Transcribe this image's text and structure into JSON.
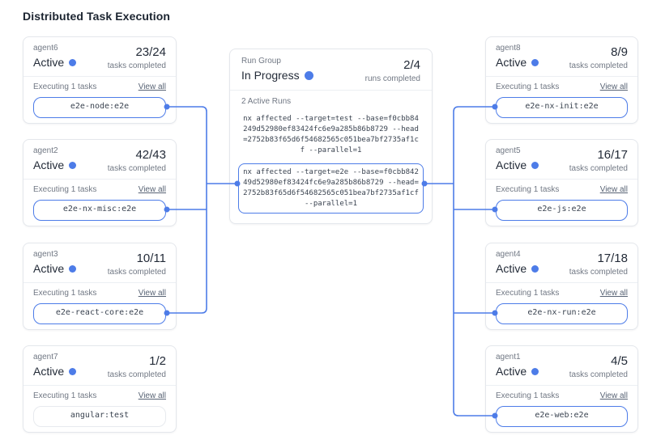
{
  "title": "Distributed Task Execution",
  "colors": {
    "accent": "#4d7ce8",
    "card_border": "#e4e7ec",
    "text_dark": "#232b38",
    "text_gray": "#717884",
    "link": "#596475",
    "code_text": "#3a4350"
  },
  "labels": {
    "tasks_completed": "tasks completed",
    "executing": "Executing 1 tasks",
    "view_all": "View all"
  },
  "run_group": {
    "label": "Run Group",
    "status": "In Progress",
    "count": "2/4",
    "count_caption": "runs completed",
    "active_runs_label": "2 Active Runs",
    "commands": [
      "nx affected --target=test --base=f0cbb84249d52980ef83424fc6e9a285b86b8729 --head=2752b83f65d6f54682565c051bea7bf2735af1cf --parallel=1",
      "nx affected --target=e2e --base=f0cbb84249d52980ef83424fc6e9a285b86b8729 --head=2752b83f65d6f54682565c051bea7bf2735af1cf --parallel=1"
    ]
  },
  "agents_left": [
    {
      "name": "agent6",
      "status": "Active",
      "count": "23/24",
      "task": "e2e-node:e2e",
      "connected": true
    },
    {
      "name": "agent2",
      "status": "Active",
      "count": "42/43",
      "task": "e2e-nx-misc:e2e",
      "connected": true
    },
    {
      "name": "agent3",
      "status": "Active",
      "count": "10/11",
      "task": "e2e-react-core:e2e",
      "connected": true
    },
    {
      "name": "agent7",
      "status": "Active",
      "count": "1/2",
      "task": "angular:test",
      "connected": false
    }
  ],
  "agents_right": [
    {
      "name": "agent8",
      "status": "Active",
      "count": "8/9",
      "task": "e2e-nx-init:e2e",
      "connected": true
    },
    {
      "name": "agent5",
      "status": "Active",
      "count": "16/17",
      "task": "e2e-js:e2e",
      "connected": true
    },
    {
      "name": "agent4",
      "status": "Active",
      "count": "17/18",
      "task": "e2e-nx-run:e2e",
      "connected": true
    },
    {
      "name": "agent1",
      "status": "Active",
      "count": "4/5",
      "task": "e2e-web:e2e",
      "connected": true
    }
  ]
}
